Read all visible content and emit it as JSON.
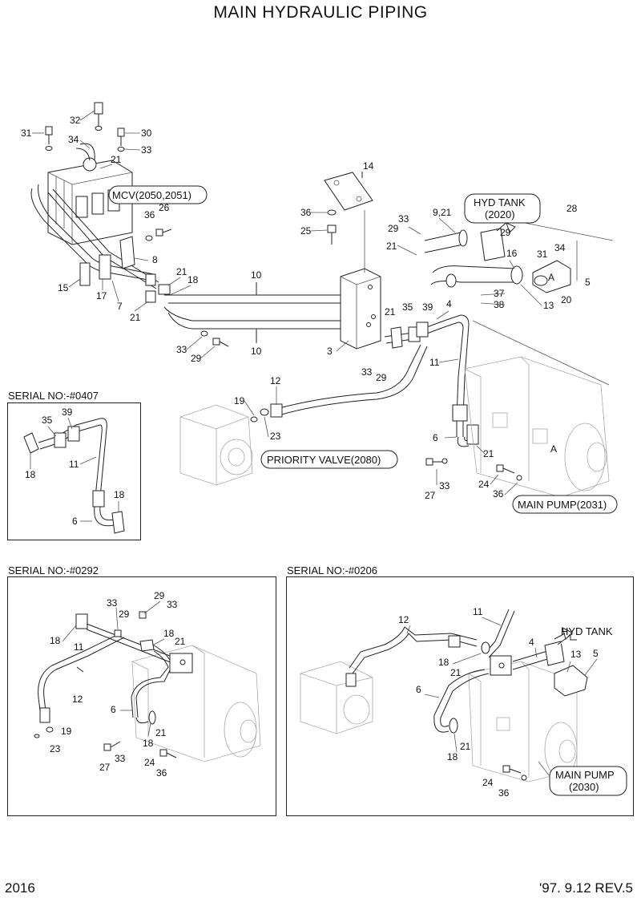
{
  "title": "MAIN HYDRAULIC PIPING",
  "footer": {
    "page_number": "2016",
    "revision": "'97. 9.12  REV.5"
  },
  "serial_boxes": {
    "a": "SERIAL NO:-#0407",
    "b": "SERIAL NO:-#0292",
    "c": "SERIAL NO:-#0206"
  },
  "callouts": {
    "mcv": "MCV(2050,2051)",
    "hyd_tank_1": "HYD TANK",
    "hyd_tank_2": "(2020)",
    "priority_valve": "PRIORITY VALVE(2080)",
    "main_pump": "MAIN PUMP(2031)",
    "hyd_tank_c": "HYD TANK",
    "main_pump_c1": "MAIN PUMP",
    "main_pump_c2": "(2030)",
    "view_a": "A",
    "view_a2": "A"
  },
  "main_labels": {
    "l31": "31",
    "l32": "32",
    "l30": "30",
    "l34": "34",
    "l33a": "33",
    "l21a": "21",
    "l36a": "36",
    "l26": "26",
    "l8": "8",
    "l15": "15",
    "l17": "17",
    "l7": "7",
    "l21b": "21",
    "l21c": "21",
    "l18a": "18",
    "l10a": "10",
    "l10b": "10",
    "l33b": "33",
    "l29a": "29",
    "l14": "14",
    "l36b": "36",
    "l25": "25",
    "l3": "3",
    "l921": "9,21",
    "l33c": "33",
    "l29b": "29",
    "l21d": "21",
    "l28": "28",
    "l29c": "29",
    "l34b": "34",
    "l31b": "31",
    "l16": "16",
    "l5": "5",
    "l37": "37",
    "l38": "38",
    "l13": "13",
    "l20": "20",
    "l4": "4",
    "l21e": "21",
    "l35": "35",
    "l39": "39",
    "l11": "11",
    "l33d": "33",
    "l29d": "29",
    "l12": "12",
    "l19": "19",
    "l23": "23",
    "l6": "6",
    "l21f": "21",
    "l33e": "33",
    "l27": "27",
    "l24": "24",
    "l36c": "36"
  },
  "box_a_labels": {
    "l35": "35",
    "l39": "39",
    "l18a": "18",
    "l11": "11",
    "l18b": "18",
    "l6": "6"
  },
  "box_b_labels": {
    "l33a": "33",
    "l29a": "29",
    "l29b": "29",
    "l33b": "33",
    "l18a": "18",
    "l11": "11",
    "l18b": "18",
    "l21a": "21",
    "l12": "12",
    "l6": "6",
    "l18c": "18",
    "l21b": "21",
    "l19": "19",
    "l23": "23",
    "l27": "27",
    "l33c": "33",
    "l24": "24",
    "l36": "36"
  },
  "box_c_labels": {
    "l11": "11",
    "l12": "12",
    "l4": "4",
    "l13": "13",
    "l5": "5",
    "l18a": "18",
    "l21a": "21",
    "l6": "6",
    "l18b": "18",
    "l21b": "21",
    "l24": "24",
    "l36": "36"
  }
}
